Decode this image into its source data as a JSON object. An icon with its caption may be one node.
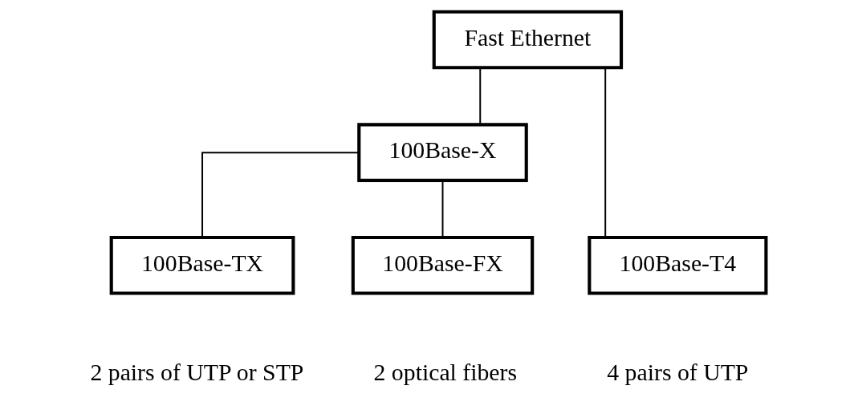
{
  "diagram": {
    "nodes": [
      {
        "text": [
          "Fast Ethernet"
        ]
      },
      {
        "text": [
          "100Base-X"
        ]
      },
      {
        "text": [
          "100Base-TX"
        ],
        "beside": [
          "2 pairs of UTP or STP"
        ]
      },
      {
        "text": [
          "100Base-FX"
        ],
        "beside": [
          "2 optical fibers"
        ]
      },
      {
        "text": [
          "100Base-T4"
        ],
        "beside": [
          "4 pairs of UTP"
        ]
      }
    ],
    "edges": [
      {
        "from": 0,
        "to": 1,
        "arrow": "none"
      },
      {
        "from": 0,
        "to": 4,
        "arrow": "none"
      },
      {
        "from": 1,
        "to": 2,
        "arrow": "none"
      },
      {
        "from": 1,
        "to": 3,
        "arrow": "none"
      }
    ]
  }
}
